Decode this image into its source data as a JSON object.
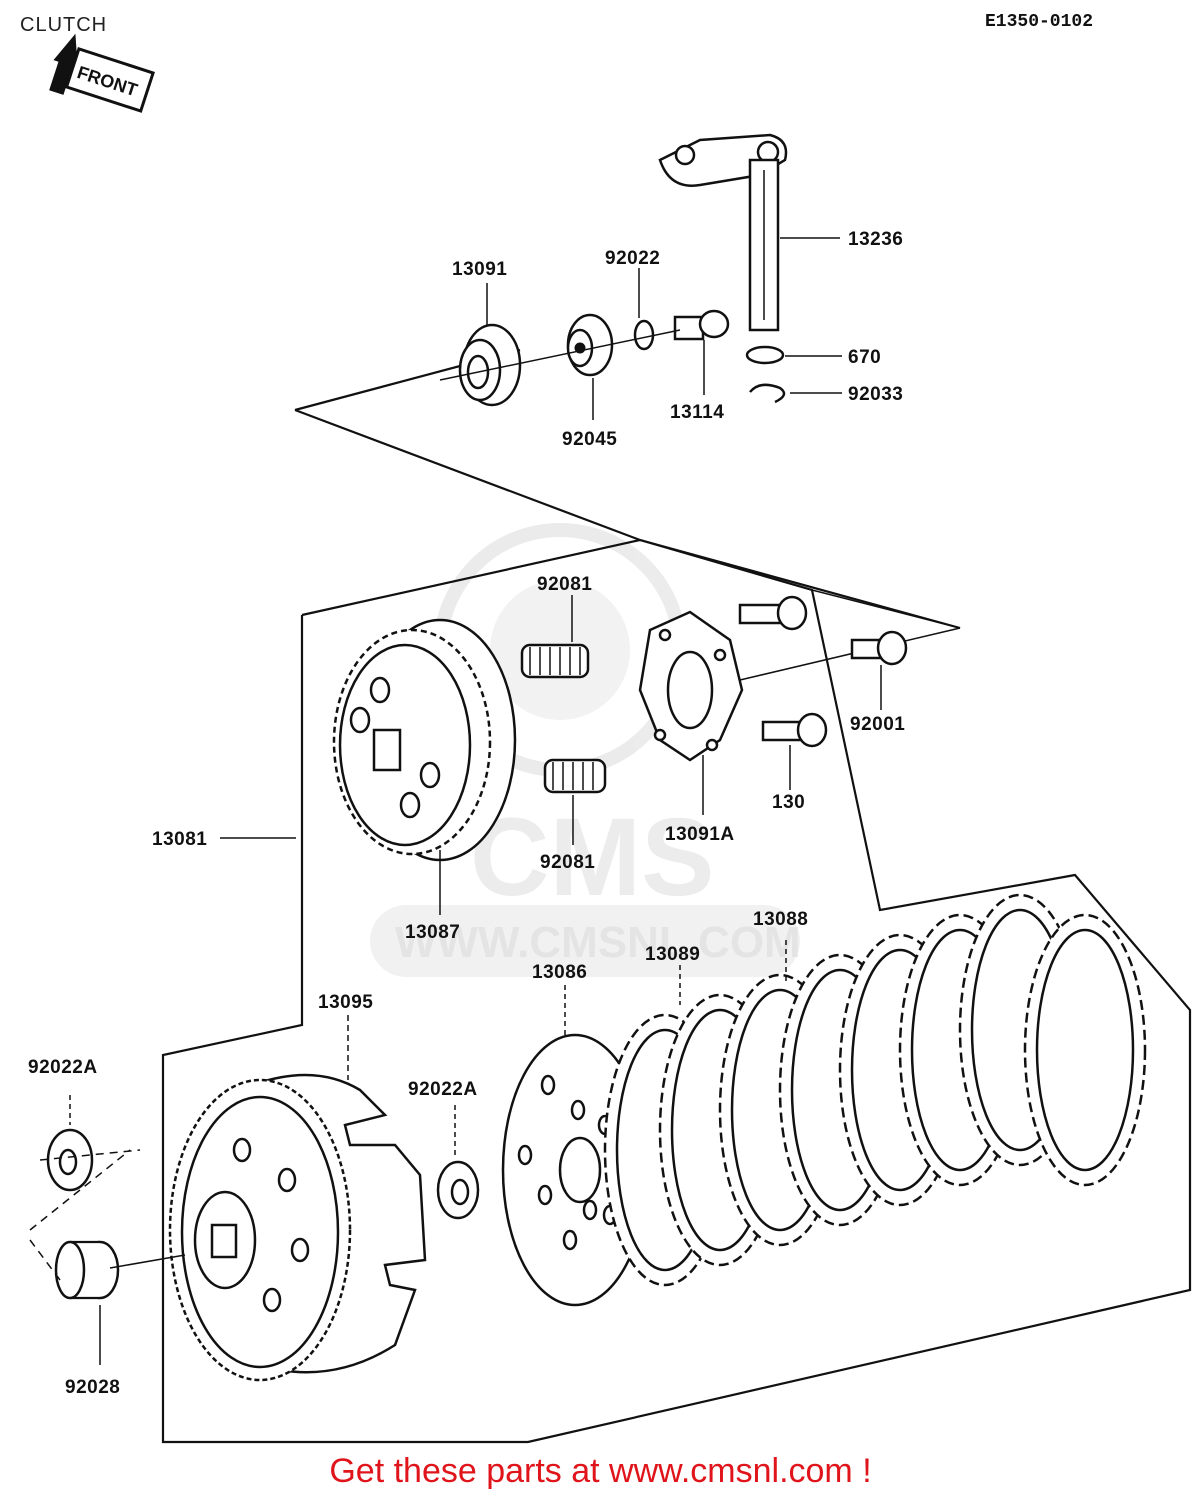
{
  "header": {
    "title": "CLUTCH",
    "diagram_code": "E1350-0102",
    "front_label": "FRONT"
  },
  "watermark": {
    "brand": "CMS",
    "url": "WWW.CMSNL.COM"
  },
  "parts": {
    "p13236": "13236",
    "p13091": "13091",
    "p92022": "92022",
    "p670": "670",
    "p92033": "92033",
    "p13114": "13114",
    "p92045": "92045",
    "p92081_top": "92081",
    "p92081_bottom": "92081",
    "p92001": "92001",
    "p130": "130",
    "p13091A": "13091A",
    "p13081": "13081",
    "p13087": "13087",
    "p13088": "13088",
    "p13089": "13089",
    "p13086": "13086",
    "p13095": "13095",
    "p92022A_left": "92022A",
    "p92022A_mid": "92022A",
    "p92028": "92028"
  },
  "footer": {
    "cta": "Get these parts at www.cmsnl.com !"
  },
  "colors": {
    "line": "#111111",
    "footer_text": "#e0151b",
    "watermark": "#dcdcdc"
  }
}
